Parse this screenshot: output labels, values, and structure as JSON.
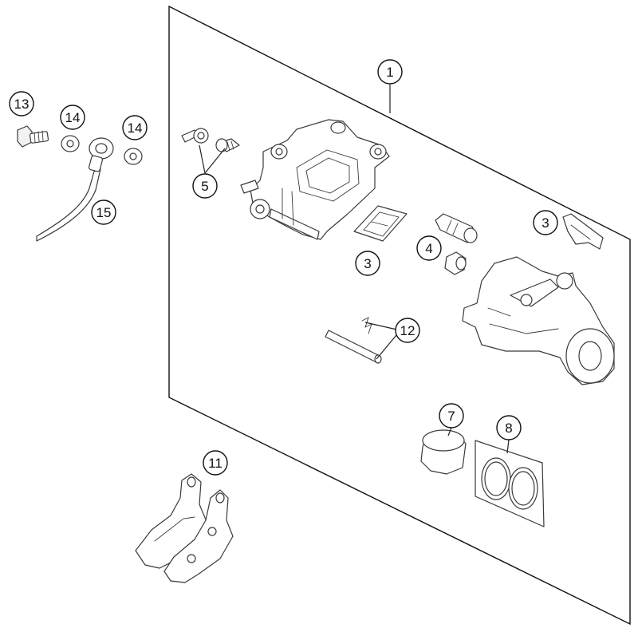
{
  "callouts": [
    {
      "id": "c1",
      "label": "1"
    },
    {
      "id": "c13",
      "label": "13"
    },
    {
      "id": "c14a",
      "label": "14"
    },
    {
      "id": "c14b",
      "label": "14"
    },
    {
      "id": "c15",
      "label": "15"
    },
    {
      "id": "c5",
      "label": "5"
    },
    {
      "id": "c3a",
      "label": "3"
    },
    {
      "id": "c3b",
      "label": "3"
    },
    {
      "id": "c4",
      "label": "4"
    },
    {
      "id": "c12",
      "label": "12"
    },
    {
      "id": "c7",
      "label": "7"
    },
    {
      "id": "c8",
      "label": "8"
    },
    {
      "id": "c11",
      "label": "11"
    }
  ],
  "colors": {
    "line": "#3a3a3a",
    "background": "#ffffff"
  }
}
